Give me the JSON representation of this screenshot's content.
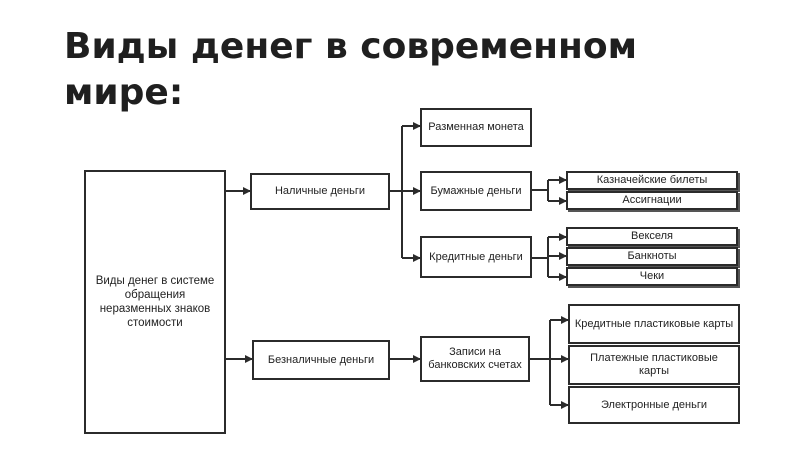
{
  "slide": {
    "title": "Виды денег в современном мире:"
  },
  "diagram": {
    "root": "Виды денег в системе обращения неразменных знаков стоимости",
    "cash": "Наличные деньги",
    "noncash": "Безналичные деньги",
    "coin": "Разменная монета",
    "paper": "Бумажные деньги",
    "credit": "Кредитные деньги",
    "treasury": "Казначейские билеты",
    "assignats": "Ассигнации",
    "bills": "Векселя",
    "banknotes": "Банкноты",
    "cheques": "Чеки",
    "accounts": "Записи на банковских счетах",
    "credit_cards": "Кредитные пластиковые карты",
    "payment_cards": "Платежные пластиковые карты",
    "e_money": "Электронные деньги"
  }
}
